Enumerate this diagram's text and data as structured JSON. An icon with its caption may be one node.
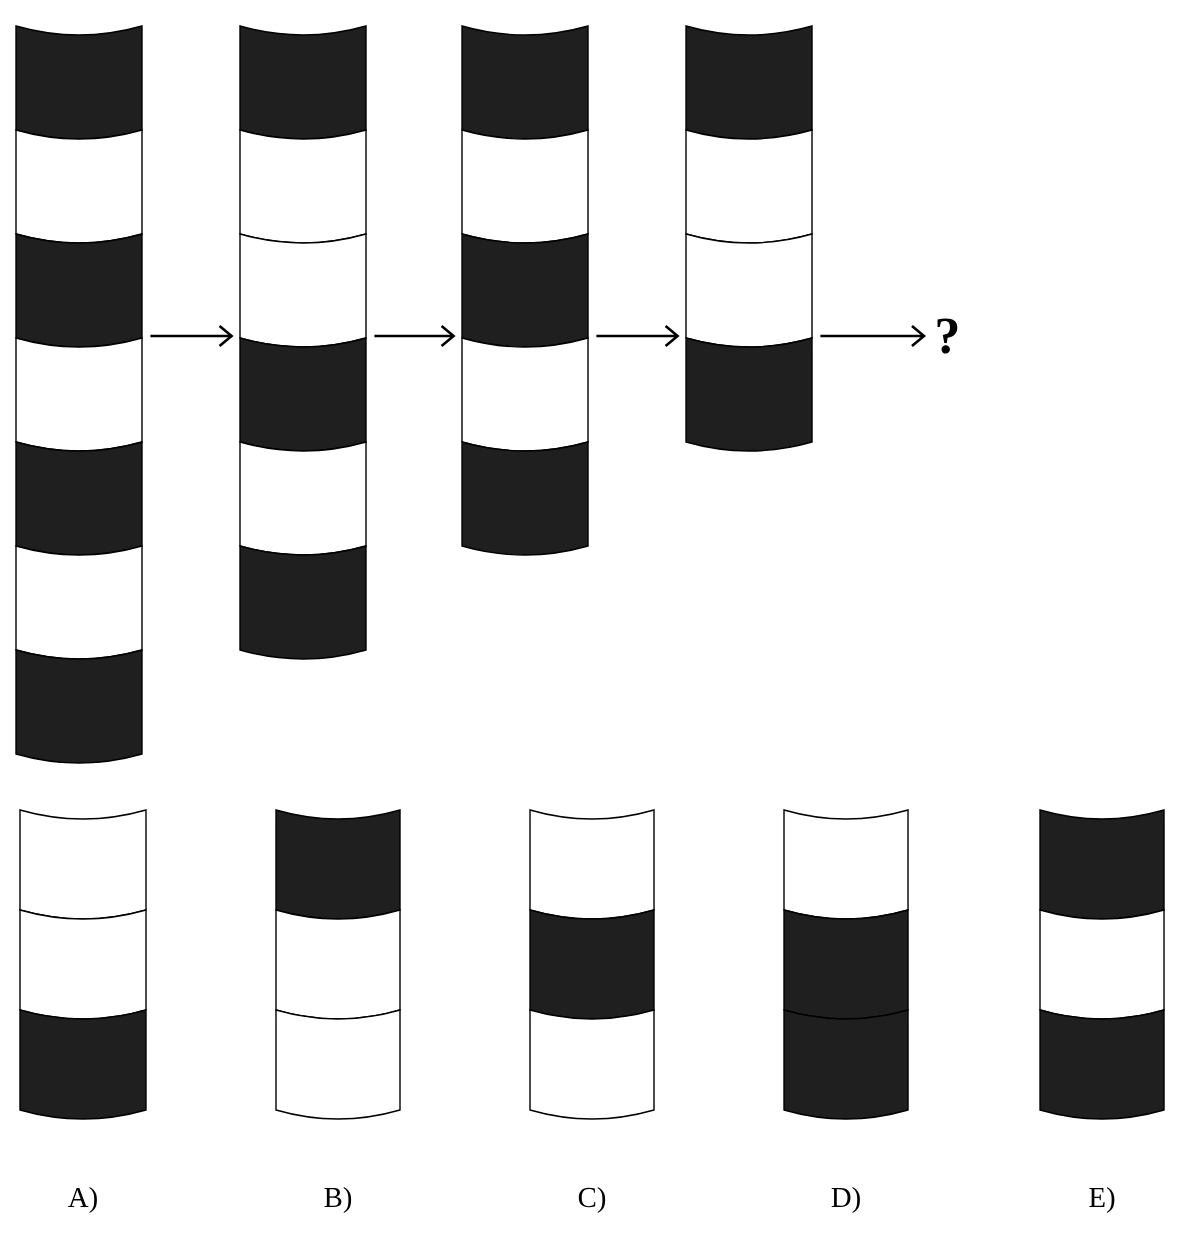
{
  "diagram": {
    "nodes": [
      {
        "text": [],
        "shape": "bar"
      },
      {
        "text": [],
        "shape": "bar"
      },
      {
        "text": [],
        "shape": "bar"
      },
      {
        "text": [],
        "shape": "bar"
      },
      {
        "text": [
          "?"
        ]
      },
      {
        "text": [],
        "shape": "bar",
        "beside": [
          "A)"
        ]
      },
      {
        "text": [],
        "shape": "bar",
        "beside": [
          "B)"
        ]
      },
      {
        "text": [],
        "shape": "bar",
        "beside": [
          "C)"
        ]
      },
      {
        "text": [],
        "shape": "bar",
        "beside": [
          "D)"
        ]
      },
      {
        "text": [],
        "shape": "bar",
        "beside": [
          "E)"
        ]
      }
    ],
    "edges": [
      {
        "from": 0,
        "to": 1,
        "arrow": "to"
      },
      {
        "from": 1,
        "to": 2,
        "arrow": "to"
      },
      {
        "from": 2,
        "to": 3,
        "arrow": "to"
      },
      {
        "from": 3,
        "to": 4,
        "arrow": "to"
      }
    ]
  }
}
